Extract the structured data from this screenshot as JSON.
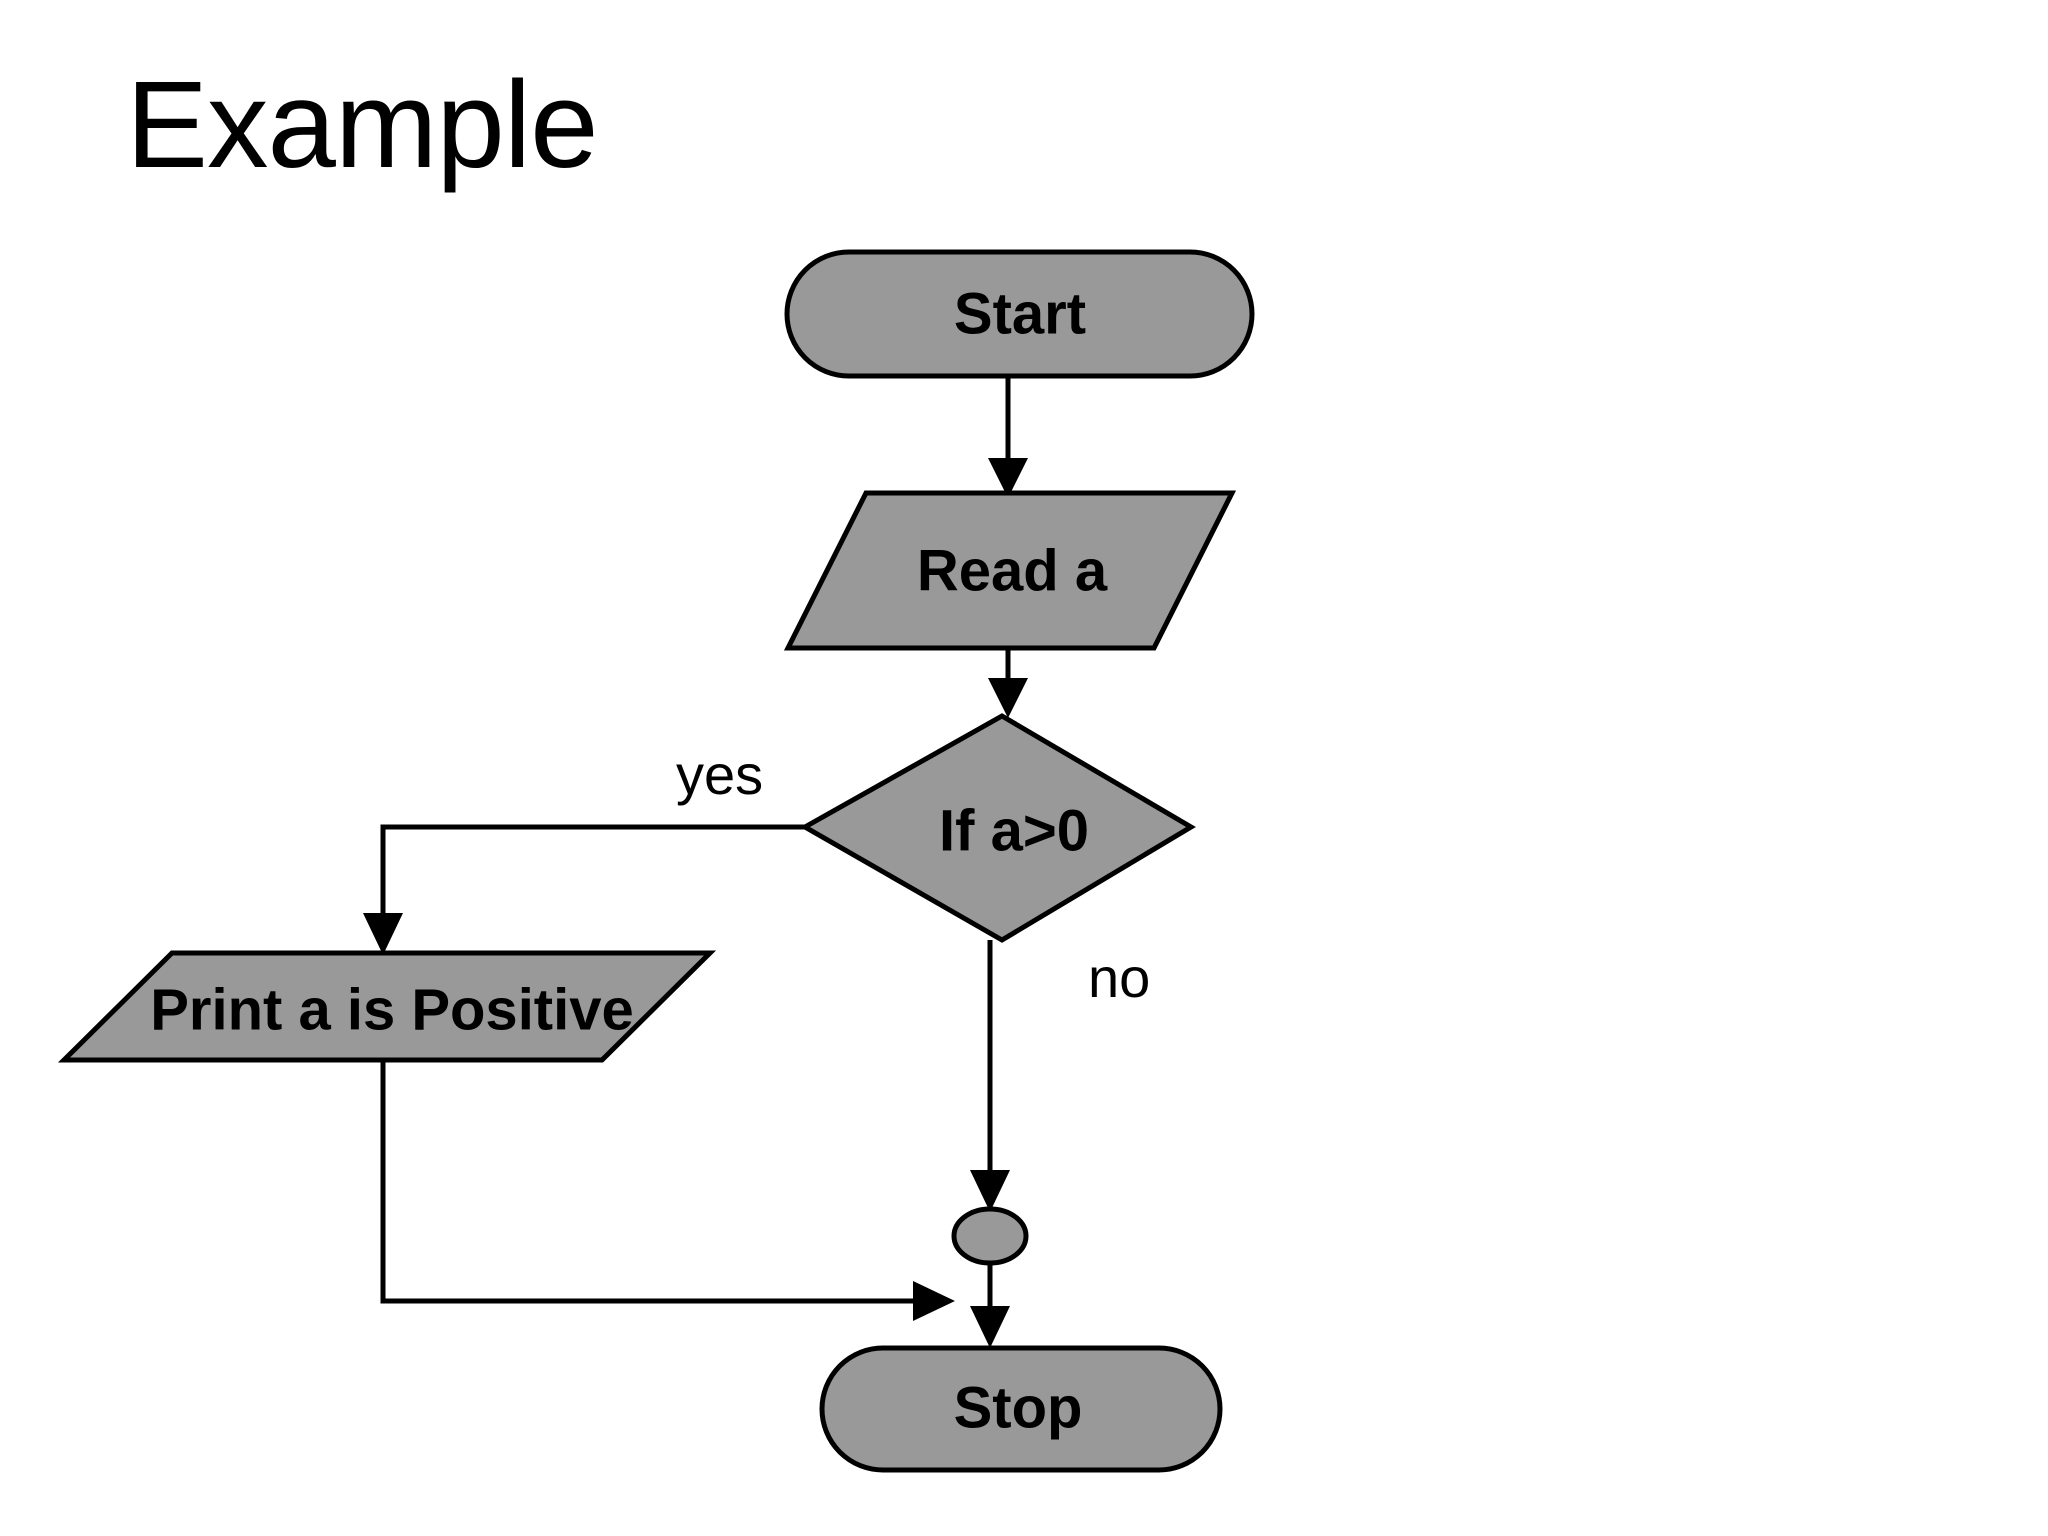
{
  "slide": {
    "title": "Example",
    "background_color": "#ffffff"
  },
  "theme": {
    "node_fill": "#999999",
    "node_stroke": "#000000",
    "text_color": "#000000",
    "connector_color": "#000000"
  },
  "diagram": {
    "type": "flowchart",
    "orientation": "top-to-bottom",
    "nodes": [
      {
        "id": "start",
        "label": "Start",
        "shape": "terminator-stadium"
      },
      {
        "id": "read",
        "label": "Read a",
        "shape": "parallelogram-io"
      },
      {
        "id": "decide",
        "label": "If a>0",
        "shape": "diamond-decision"
      },
      {
        "id": "print",
        "label": "Print a is Positive",
        "shape": "parallelogram-io"
      },
      {
        "id": "merge",
        "label": "",
        "shape": "ellipse-connector"
      },
      {
        "id": "stop",
        "label": "Stop",
        "shape": "terminator-stadium"
      }
    ],
    "edges": [
      {
        "from": "start",
        "to": "read",
        "label": ""
      },
      {
        "from": "read",
        "to": "decide",
        "label": ""
      },
      {
        "from": "decide",
        "to": "print",
        "label": "yes"
      },
      {
        "from": "decide",
        "to": "merge",
        "label": "no"
      },
      {
        "from": "print",
        "to": "merge",
        "label": ""
      },
      {
        "from": "merge",
        "to": "stop",
        "label": ""
      }
    ],
    "branch_labels": {
      "yes": "yes",
      "no": "no"
    }
  }
}
